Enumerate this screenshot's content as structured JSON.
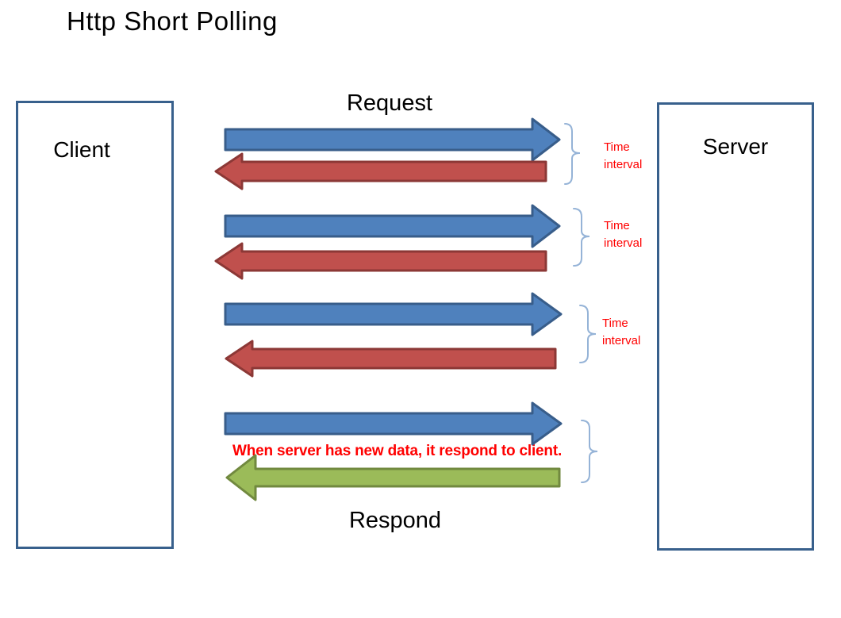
{
  "title": "Http Short Polling",
  "nodes": {
    "client": "Client",
    "server": "Server"
  },
  "labels": {
    "request": "Request",
    "respond": "Respond",
    "note": "When server has new data, it respond to client."
  },
  "time_intervals": [
    "Time interval",
    "Time interval",
    "Time interval"
  ],
  "flow": [
    {
      "arrow": "request-1",
      "from": "Client",
      "to": "Server",
      "color": "blue"
    },
    {
      "arrow": "response-1",
      "from": "Server",
      "to": "Client",
      "color": "red"
    },
    {
      "arrow": "request-2",
      "from": "Client",
      "to": "Server",
      "color": "blue"
    },
    {
      "arrow": "response-2",
      "from": "Server",
      "to": "Client",
      "color": "red"
    },
    {
      "arrow": "request-3",
      "from": "Client",
      "to": "Server",
      "color": "blue"
    },
    {
      "arrow": "response-3",
      "from": "Server",
      "to": "Client",
      "color": "red"
    },
    {
      "arrow": "request-4",
      "from": "Client",
      "to": "Server",
      "color": "blue"
    },
    {
      "arrow": "response-final",
      "from": "Server",
      "to": "Client",
      "color": "green"
    }
  ],
  "colors": {
    "blue_fill": "#4F81BD",
    "blue_stroke": "#385D8A",
    "red_fill": "#C0504D",
    "red_stroke": "#8C3836",
    "green_fill": "#9BBB59",
    "green_stroke": "#71893F",
    "box_border": "#38608C",
    "brace": "#95B3D7",
    "red_text": "#FF0000",
    "black_text": "#000000"
  }
}
